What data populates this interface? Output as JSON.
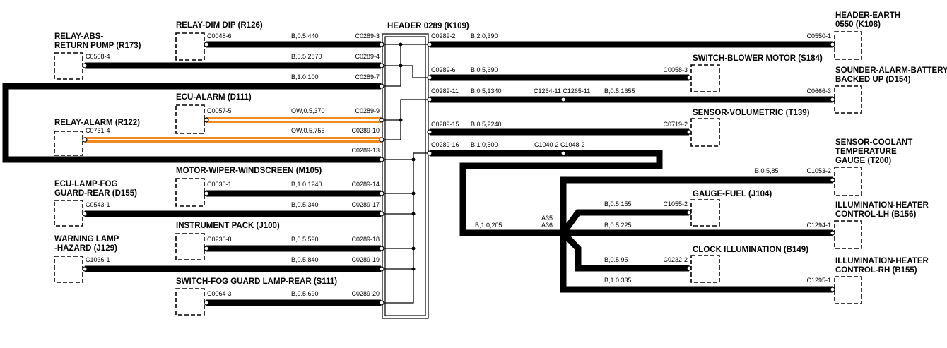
{
  "colors": {
    "wire_black": "#000000",
    "wire_orange": "#f08a1c",
    "background": "#ffffff"
  },
  "components": {
    "relay_dim_dip": [
      "RELAY-DIM DIP (R126)"
    ],
    "relay_abs": [
      "RELAY-ABS-",
      "RETURN PUMP (R173)"
    ],
    "ecu_alarm": [
      "ECU-ALARM (D111)"
    ],
    "relay_alarm": [
      "RELAY-ALARM (R122)"
    ],
    "motor_wiper": [
      "MOTOR-WIPER-WINDSCREEN (M105)"
    ],
    "ecu_lamp_fog": [
      "ECU-LAMP-FOG",
      "GUARD-REAR (D155)"
    ],
    "instrument_pack": [
      "INSTRUMENT PACK (J100)"
    ],
    "warning_lamp": [
      "WARNING LAMP",
      "-HAZARD (J129)"
    ],
    "switch_fog": [
      "SWITCH-FOG GUARD LAMP-REAR (S111)"
    ],
    "header": [
      "HEADER 0289 (K109)"
    ],
    "header_earth": [
      "HEADER-EARTH",
      "0550 (K108)"
    ],
    "switch_blower": [
      "SWITCH-BLOWER MOTOR (S184)"
    ],
    "sounder": [
      "SOUNDER-ALARM-BATTERY",
      "BACKED UP (D154)"
    ],
    "sensor_volumetric": [
      "SENSOR-VOLUMETRIC (T139)"
    ],
    "sensor_coolant": [
      "SENSOR-COOLANT",
      "TEMPERATURE",
      "GAUGE (T200)"
    ],
    "gauge_fuel": [
      "GAUGE-FUEL (J104)"
    ],
    "illum_lh": [
      "ILLUMINATION-HEATER",
      "CONTROL-LH (B156)"
    ],
    "clock_illum": [
      "CLOCK ILLUMINATION (B149)"
    ],
    "illum_rh": [
      "ILLUMINATION-HEATER",
      "CONTROL-RH (B155)"
    ]
  },
  "wires": [
    {
      "from": "C0048-6",
      "spec": "B,0.5,440",
      "to": "C0289-3"
    },
    {
      "from": "C0508-4",
      "spec": "B,0.5,2870",
      "to": "C0289-4"
    },
    {
      "spec": "B,1.0,100",
      "to": "C0289-7"
    },
    {
      "from": "C0057-5",
      "spec": "OW,0.5,370",
      "to": "C0289-9"
    },
    {
      "from": "C0731-4",
      "spec": "OW,0.5,755",
      "to": "C0289-10"
    },
    {
      "to": "C0289-13"
    },
    {
      "from": "C0030-1",
      "spec": "B,1.0,1240",
      "to": "C0289-14"
    },
    {
      "from": "C0543-1",
      "spec": "B,0.5,340",
      "to": "C0289-17"
    },
    {
      "from": "C0230-8",
      "spec": "B,0.5,590",
      "to": "C0289-18"
    },
    {
      "from": "C1036-1",
      "spec": "B,0.5,840",
      "to": "C0289-19"
    },
    {
      "from": "C0064-3",
      "spec": "B,0.5,690",
      "to": "C0289-20"
    },
    {
      "from": "C0289-2",
      "spec": "B,2.0,390",
      "to": "C0550-1"
    },
    {
      "from": "C0289-6",
      "spec": "B,0.5,690",
      "to": "C0058-3"
    },
    {
      "from": "C0289-11",
      "spec": "B,0.5,1340",
      "mid": "C1264-11 C1265-11",
      "spec2": "B,0.5,1655",
      "to": "C0666-3"
    },
    {
      "from": "C0289-15",
      "spec": "B,0.5,2240",
      "to": "C0719-2"
    },
    {
      "from": "C0289-16",
      "spec": "B,1.0,500",
      "mid": "C1040-2 C1048-2",
      "spec2": "B,1.0,205"
    },
    {
      "spec": "B,0.5,85",
      "to": "C1053-2"
    },
    {
      "spec": "B,0.5,155",
      "to": "C1055-2"
    },
    {
      "spec": "B,0.5,225",
      "to": "C1294-1"
    },
    {
      "spec": "B,0.5,95",
      "to": "C0232-2"
    },
    {
      "spec": "B,1.0,335",
      "to": "C1295-1"
    }
  ],
  "splice": [
    "A35",
    "A36"
  ]
}
